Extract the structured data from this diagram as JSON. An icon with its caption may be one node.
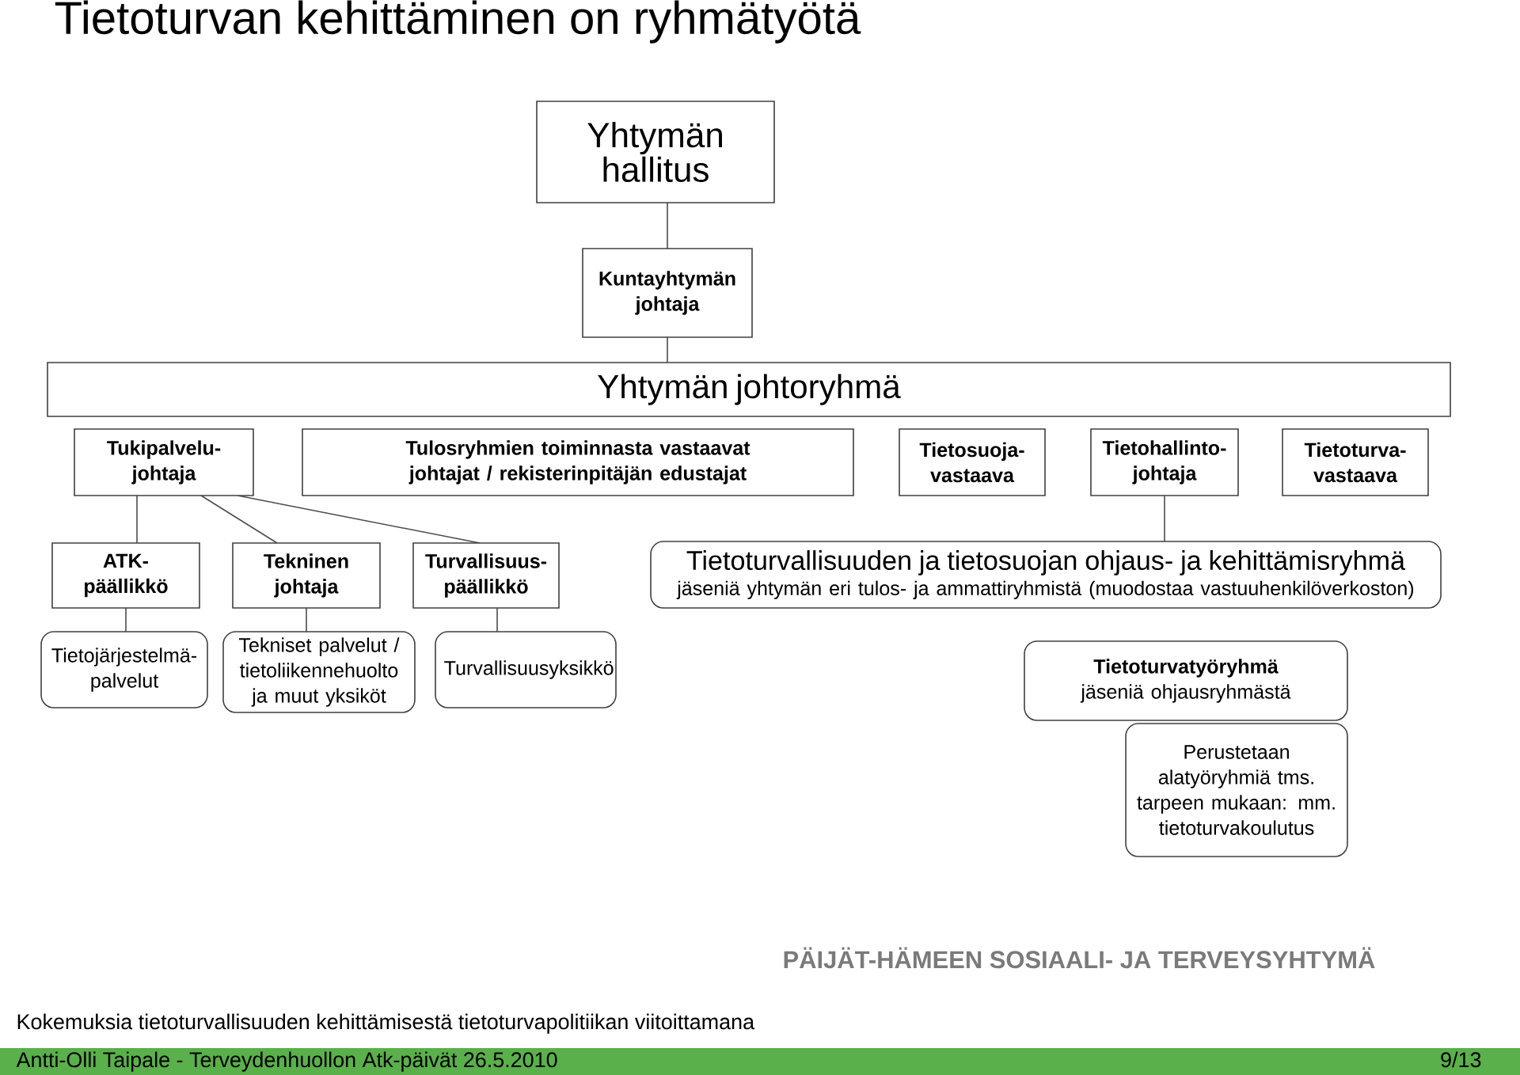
{
  "diagram": {
    "title": "Tietoturvan kehittäminen on ryhmätyötä",
    "nodes": [
      {
        "text": [
          "Yhtymän hallitus"
        ]
      },
      {
        "text": [
          "Kuntayhtymän johtaja"
        ]
      },
      {
        "text": [
          "Yhtymän johtoryhmä"
        ]
      },
      {
        "text": [
          "Tukipalvelu-johtaja"
        ]
      },
      {
        "text": [
          "Tulosryhmien toiminnasta vastaavat johtajat / rekisterinpitäjän edustajat"
        ]
      },
      {
        "text": [
          "Tietosuoja-vastaava"
        ]
      },
      {
        "text": [
          "Tietohallinto-johtaja"
        ]
      },
      {
        "text": [
          "Tietoturva-vastaava"
        ]
      },
      {
        "text": [
          "ATK-päällikkö"
        ]
      },
      {
        "text": [
          "Tekninen johtaja"
        ]
      },
      {
        "text": [
          "Turvallisuus-päällikkö"
        ]
      },
      {
        "text": [
          "Tietoturvallisuuden ja tietosuojan ohjaus- ja kehittämisryhmä",
          "jäseniä yhtymän eri tulos- ja ammattiryhmistä (muodostaa vastuuhenkilöverkoston)"
        ]
      },
      {
        "text": [
          "Tietojärjestelmä-palvelut"
        ]
      },
      {
        "text": [
          "Tekniset palvelut / tietoliikennehuolto ja muut yksiköt"
        ]
      },
      {
        "text": [
          "Turvallisuusyksikkö"
        ]
      },
      {
        "text": [
          "Tietoturvatyöryhmä",
          "jäseniä ohjausryhmästä"
        ]
      },
      {
        "text": [
          "Perustetaan alatyöryhmiä tms. tarpeen mukaan: mm. tietoturvakoulutus"
        ]
      }
    ],
    "edges": [
      {
        "from": 0,
        "to": 1,
        "arrow": "none"
      },
      {
        "from": 1,
        "to": 2,
        "arrow": "none"
      },
      {
        "from": 3,
        "to": 8,
        "arrow": "none"
      },
      {
        "from": 3,
        "to": 9,
        "arrow": "none"
      },
      {
        "from": 3,
        "to": 10,
        "arrow": "none"
      },
      {
        "from": 6,
        "to": 11,
        "arrow": "none"
      },
      {
        "from": 8,
        "to": 12,
        "arrow": "none"
      },
      {
        "from": 9,
        "to": 13,
        "arrow": "none"
      },
      {
        "from": 10,
        "to": 14,
        "arrow": "none"
      }
    ],
    "labels": [
      "PÄIJÄT-HÄMEEN SOSIAALI- JA TERVEYSYHTYMÄ",
      "Kokemuksia tietoturvallisuuden kehittämisestä tietoturvapolitiikan viitoittamana",
      "Antti-Olli Taipale - Terveydenhuollon Atk-päivät 26.5.2010",
      "9/13"
    ]
  }
}
